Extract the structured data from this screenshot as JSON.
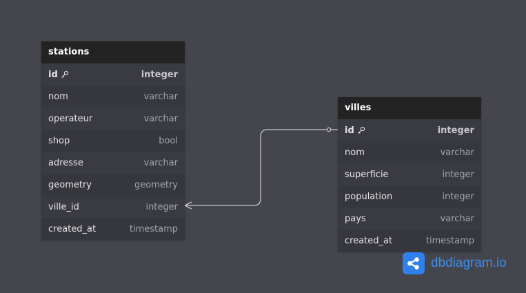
{
  "tables": [
    {
      "title": "stations",
      "columns": [
        {
          "name": "id",
          "type": "integer",
          "pk": true
        },
        {
          "name": "nom",
          "type": "varchar"
        },
        {
          "name": "operateur",
          "type": "varchar"
        },
        {
          "name": "shop",
          "type": "bool"
        },
        {
          "name": "adresse",
          "type": "varchar"
        },
        {
          "name": "geometry",
          "type": "geometry"
        },
        {
          "name": "ville_id",
          "type": "integer"
        },
        {
          "name": "created_at",
          "type": "timestamp"
        }
      ]
    },
    {
      "title": "villes",
      "columns": [
        {
          "name": "id",
          "type": "integer",
          "pk": true
        },
        {
          "name": "nom",
          "type": "varchar"
        },
        {
          "name": "superficie",
          "type": "integer"
        },
        {
          "name": "population",
          "type": "integer"
        },
        {
          "name": "pays",
          "type": "varchar"
        },
        {
          "name": "created_at",
          "type": "timestamp"
        }
      ]
    }
  ],
  "relationship": {
    "from": "stations.ville_id",
    "to": "villes.id",
    "from_cardinality": "many",
    "to_cardinality": "one"
  },
  "brand": {
    "name": "dbdiagram.io",
    "color": "#3b8eea",
    "logo_color": "#2f80ed",
    "icon": "share-icon"
  },
  "colors": {
    "background": "#45454e",
    "header": "#232323",
    "row": "#36363d",
    "line": "#c8c8cd"
  }
}
